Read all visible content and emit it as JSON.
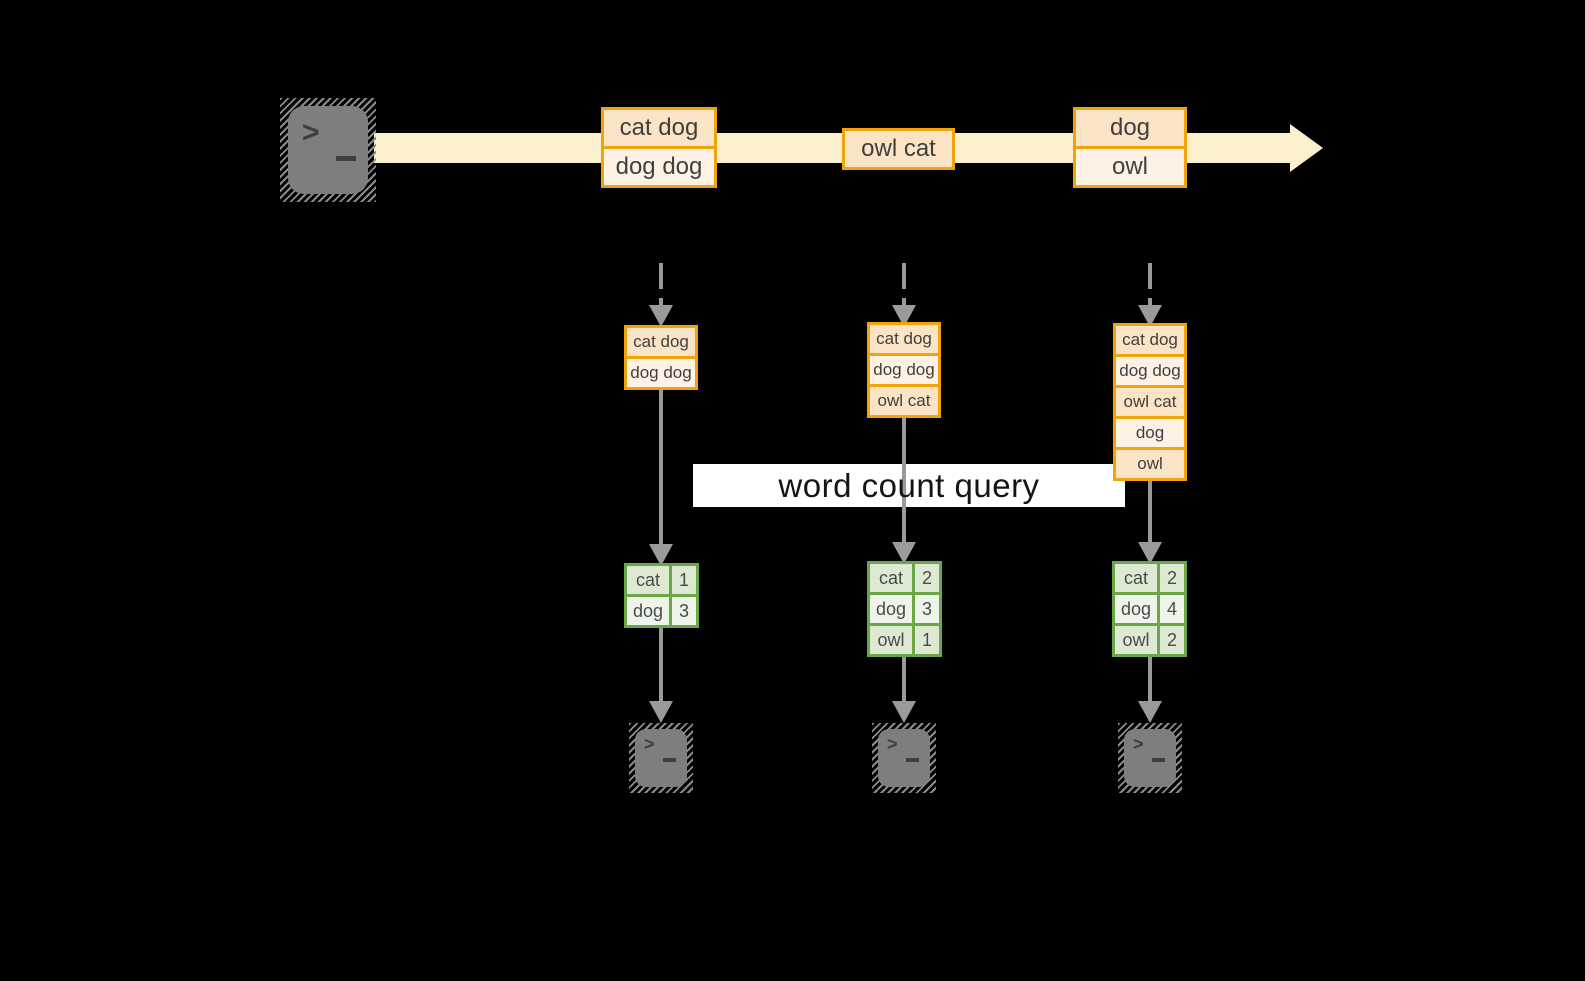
{
  "query_label": "word count query",
  "icons": {
    "prompt_chevron": ">",
    "source_terminal": "terminal-prompt-icon",
    "output_terminal": "terminal-prompt-icon"
  },
  "timeline_events": [
    {
      "cells": [
        "cat dog",
        "dog dog"
      ]
    },
    {
      "cells": [
        "owl cat"
      ]
    },
    {
      "cells": [
        "dog",
        "owl"
      ]
    }
  ],
  "columns": [
    {
      "records": [
        "cat dog",
        "dog dog"
      ],
      "counts": [
        {
          "word": "cat",
          "count": "1"
        },
        {
          "word": "dog",
          "count": "3"
        }
      ]
    },
    {
      "records": [
        "cat dog",
        "dog dog",
        "owl cat"
      ],
      "counts": [
        {
          "word": "cat",
          "count": "2"
        },
        {
          "word": "dog",
          "count": "3"
        },
        {
          "word": "owl",
          "count": "1"
        }
      ]
    },
    {
      "records": [
        "cat dog",
        "dog dog",
        "owl cat",
        "dog",
        "owl"
      ],
      "counts": [
        {
          "word": "cat",
          "count": "2"
        },
        {
          "word": "dog",
          "count": "4"
        },
        {
          "word": "owl",
          "count": "2"
        }
      ]
    }
  ],
  "colors": {
    "background": "#000000",
    "stream_band": "#FAF0CD",
    "event_border": "#F0A40B",
    "event_fill_dark": "#FBE3C6",
    "event_fill_light": "#FDF2E3",
    "table_border": "#6CA747",
    "table_fill_dark": "#DEE9D3",
    "table_fill_light": "#EFF4EA",
    "arrow_gray": "#9A9A9A",
    "terminal_gray": "#7E7E7E",
    "query_band": "#FFFFFF",
    "text_dark": "#3F3F3F"
  }
}
